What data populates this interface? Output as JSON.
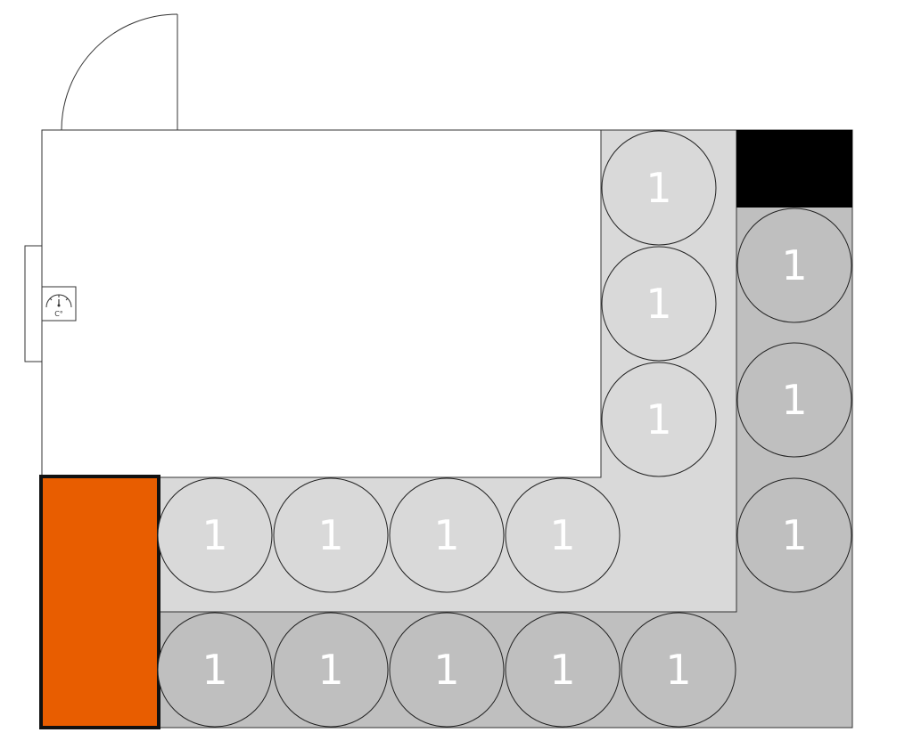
{
  "colors": {
    "room_floor": "#ffffff",
    "inner_shelf_zone": "#d9d9d9",
    "outer_shelf_zone": "#bfbfbf",
    "cooling_unit": "#000000",
    "orange_block": "#e85d00",
    "outline": "#222222",
    "label": "#ffffff"
  },
  "thermometer": {
    "icon": "thermometer-gauge-icon",
    "unit_text": "C°"
  },
  "inner_zone": {
    "name": "inner-shelf-zone",
    "containers": [
      {
        "label": "1"
      },
      {
        "label": "1"
      },
      {
        "label": "1"
      },
      {
        "label": "1"
      },
      {
        "label": "1"
      },
      {
        "label": "1"
      },
      {
        "label": "1"
      }
    ]
  },
  "outer_zone": {
    "name": "outer-shelf-zone",
    "containers": [
      {
        "label": "1"
      },
      {
        "label": "1"
      },
      {
        "label": "1"
      },
      {
        "label": "1"
      },
      {
        "label": "1"
      },
      {
        "label": "1"
      },
      {
        "label": "1"
      },
      {
        "label": "1"
      }
    ]
  }
}
